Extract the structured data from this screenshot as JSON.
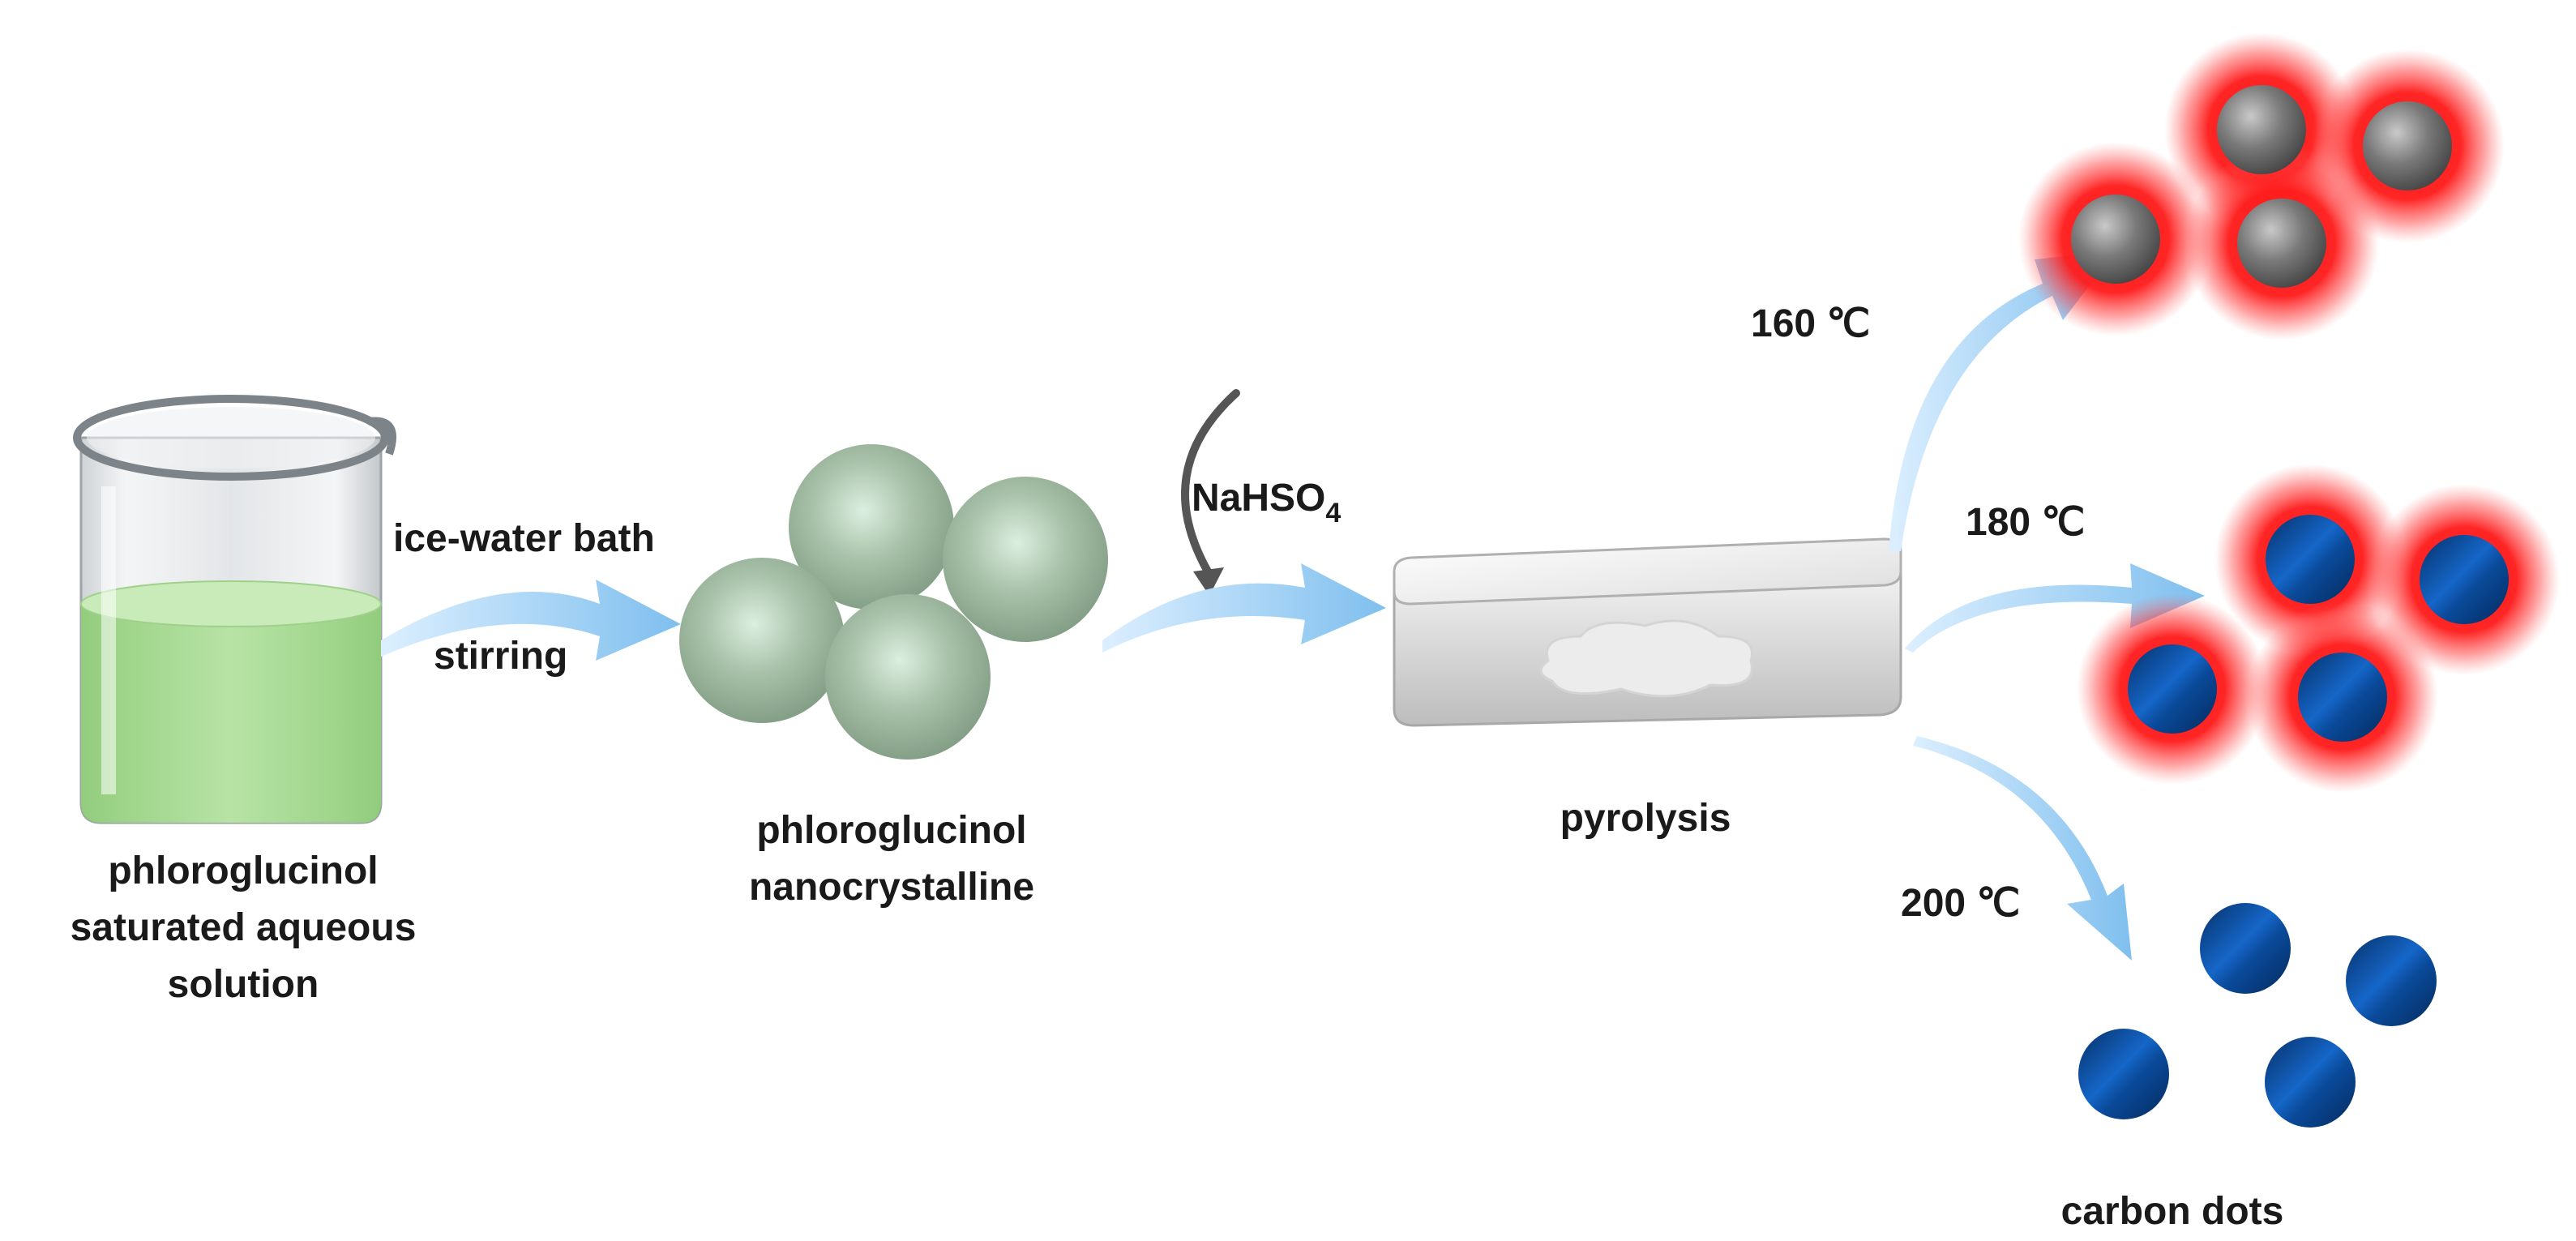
{
  "labels": {
    "beaker_line1": "phloroglucinol",
    "beaker_line2": "saturated aqueous",
    "beaker_line3": "solution",
    "step1_top": "ice-water bath",
    "step1_bottom": "stirring",
    "nano_line1": "phloroglucinol",
    "nano_line2": "nanocrystalline",
    "reagent_main": "NaHSO",
    "reagent_sub": "4",
    "pyrolysis": "pyrolysis",
    "temp_160": "160 ℃",
    "temp_180": "180 ℃",
    "temp_200": "200 ℃",
    "product": "carbon dots"
  },
  "colors": {
    "solution_green": "#a9dd94",
    "nanocrystal_green": "#9fb9a0",
    "arrow_blue": "#8fc8ef",
    "reagent_arrow": "#555555",
    "glow_red": "#ff1a1a",
    "dot_gray": "#6d6d6d",
    "dot_blue": "#0d4f9c"
  }
}
